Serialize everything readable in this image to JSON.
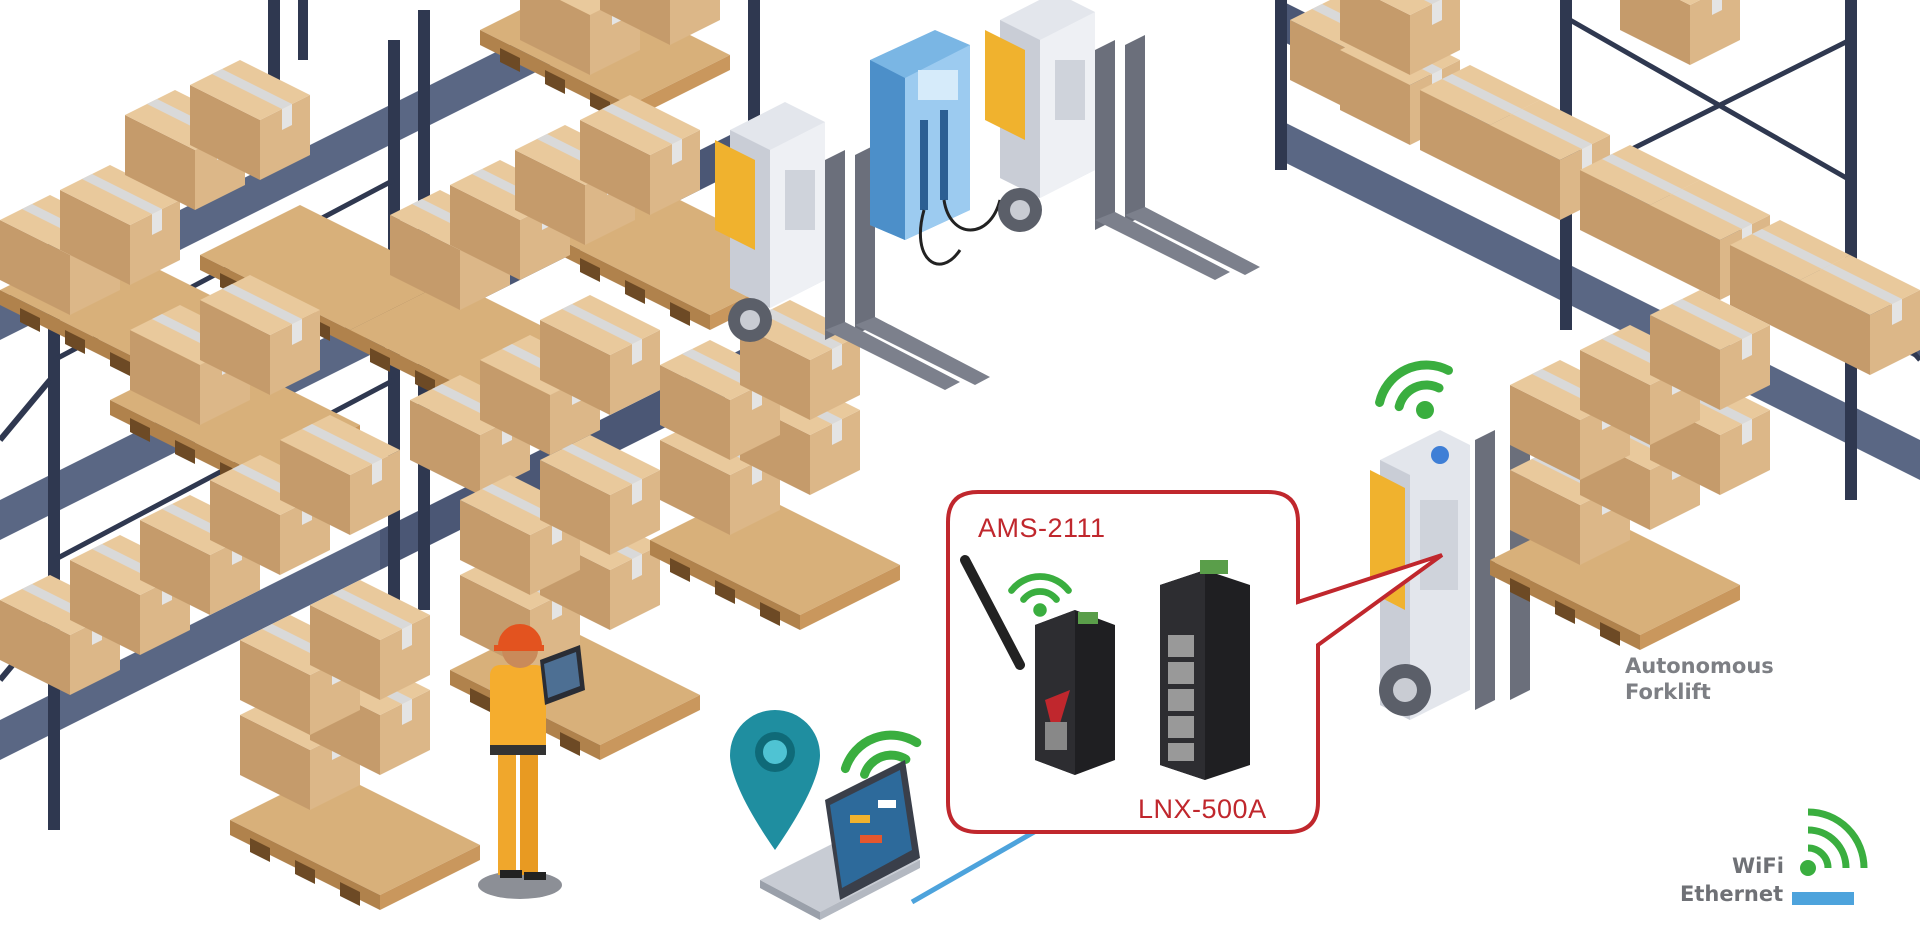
{
  "devices": {
    "device_1": "AMS-2111",
    "device_2": "LNX-500A"
  },
  "vehicle": {
    "line_1": "Autonomous",
    "line_2": "Forklift"
  },
  "legend": {
    "wifi": "WiFi",
    "ethernet": "Ethernet"
  },
  "colors": {
    "callout_border": "#c0272d",
    "wifi_signal": "#3aae3f",
    "ethernet_link": "#4da3dc",
    "shelf_frame": "#3b4560",
    "shelf_deck": "#5a6784",
    "box": "#d2ab7c",
    "pallet": "#c79a5f",
    "forklift_yellow": "#f0b22e",
    "location_pin": "#1f8ea0"
  }
}
